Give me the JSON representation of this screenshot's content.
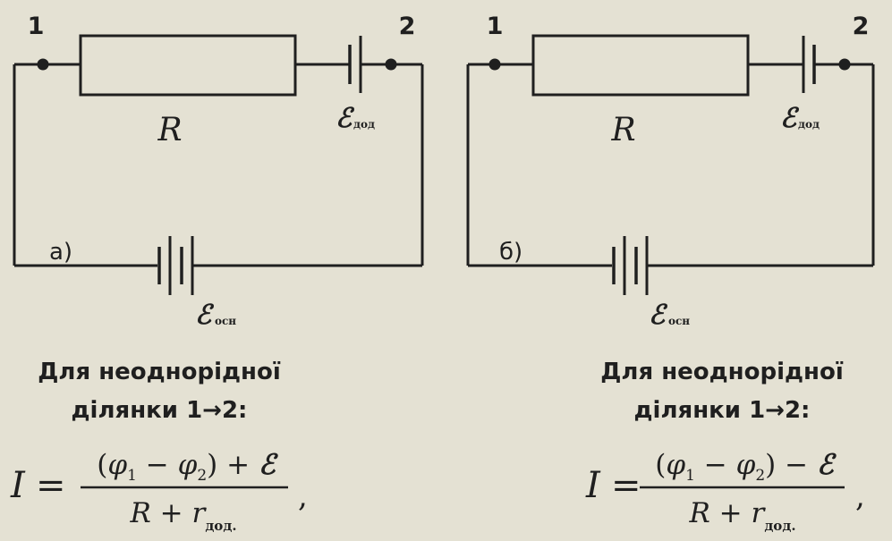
{
  "circuits": [
    {
      "id": "a",
      "panel_label": "а)",
      "node_start": "1",
      "node_end": "2",
      "resistor_label": "R",
      "emf_add_symbol": "ℰ",
      "emf_add_subscript": "дод",
      "emf_main_symbol": "ℰ",
      "emf_main_subscript": "осн",
      "caption_line1": "Для неоднорідної",
      "caption_line2": "ділянки 1→2:",
      "formula": {
        "lhs": "I",
        "equals": "=",
        "num_open": "(",
        "phi": "φ",
        "sub1": "1",
        "minus": " − ",
        "sub2": "2",
        "num_close": ")",
        "sign": " + ",
        "emf": "ℰ",
        "den_r": "R",
        "den_plus": " + ",
        "den_rr": "r",
        "den_sub": "дод.",
        "trail": ","
      }
    },
    {
      "id": "b",
      "panel_label": "б)",
      "node_start": "1",
      "node_end": "2",
      "resistor_label": "R",
      "emf_add_symbol": "ℰ",
      "emf_add_subscript": "дод",
      "emf_main_symbol": "ℰ",
      "emf_main_subscript": "осн",
      "caption_line1": "Для неоднорідної",
      "caption_line2": "ділянки 1→2:",
      "formula": {
        "lhs": "I",
        "equals": "=",
        "num_open": "(",
        "phi": "φ",
        "sub1": "1",
        "minus": " − ",
        "sub2": "2",
        "num_close": ")",
        "sign": " − ",
        "emf": "ℰ",
        "den_r": "R",
        "den_plus": " + ",
        "den_rr": "r",
        "den_sub": "дод.",
        "trail": ","
      }
    }
  ]
}
